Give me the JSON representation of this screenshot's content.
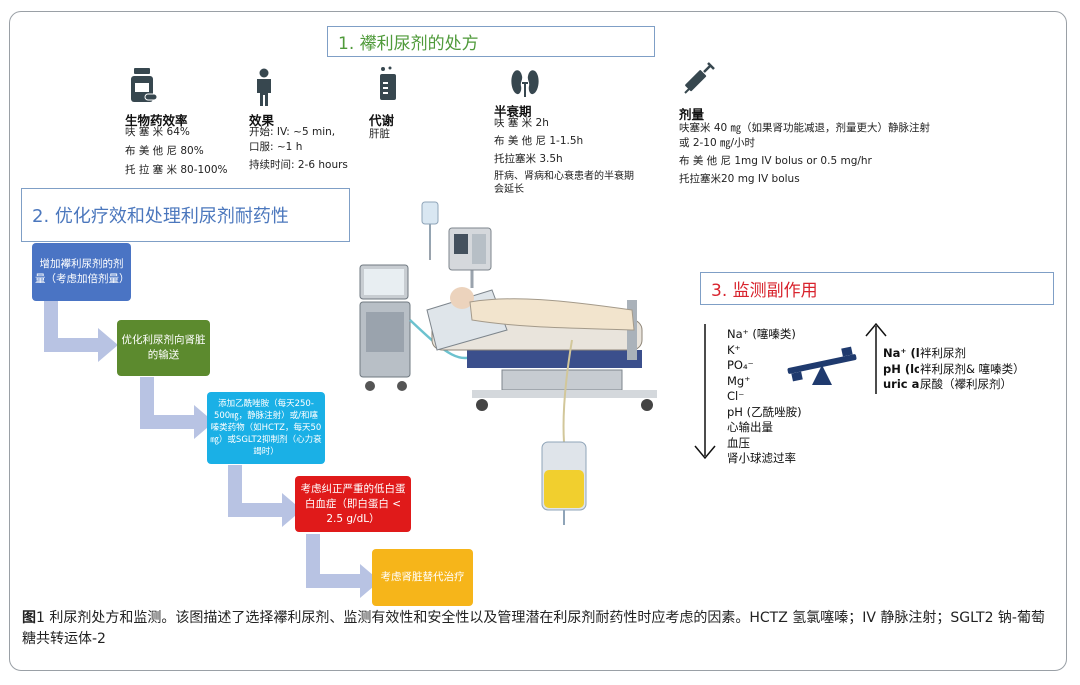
{
  "titles": {
    "section1": "1. 襻利尿剂的处方",
    "section2": "2. 优化疗效和处理利尿剂耐药性",
    "section3": "3. 监测副作用"
  },
  "columns": {
    "bioavailability": {
      "header": "生物药效率",
      "lines": [
        "呋 塞 米 64%",
        "布 美 他 尼 80%",
        "托 拉 塞 米 80-100%"
      ]
    },
    "effect": {
      "header": "效果",
      "lines": [
        "开始: IV: ~5 min,",
        "口服: ~1 h",
        "持续时间: 2-6 hours"
      ]
    },
    "metabolism": {
      "header": "代谢",
      "lines": [
        "肝脏"
      ]
    },
    "halflife": {
      "header": "半衰期",
      "lines": [
        "呋 塞 米 2h",
        "布 美 他 尼 1-1.5h",
        "托拉塞米  3.5h",
        "肝病、肾病和心衰患者的半衰期",
        "会延长"
      ]
    },
    "dose": {
      "header": "剂量",
      "lines": [
        "呋塞米 40 ㎎（如果肾功能减退，剂量更大）静脉注射",
        "或 2-10 ㎎/小时",
        "布 美 他 尼 1mg IV bolus or 0.5 mg/hr",
        "托拉塞米20 mg IV bolus"
      ]
    }
  },
  "steps": [
    {
      "text": "增加襻利尿剂的剂量（考虑加倍剂量）",
      "color": "#4a74c4"
    },
    {
      "text": "优化利尿剂向肾脏的输送",
      "color": "#5c8a2e"
    },
    {
      "text": "添加乙酰唑胺（每天250-500㎎，静脉注射）或/和噻嗪类药物（如HCTZ，每天50㎎）或SGLT2抑制剂（心力衰竭时）",
      "color": "#1ab0e6"
    },
    {
      "text": "考虑纠正严重的低白蛋白血症（即白蛋白 < 2.5 g/dL）",
      "color": "#e01a1a"
    },
    {
      "text": "考虑肾脏替代治疗",
      "color": "#f6b51a"
    }
  ],
  "monitoring": {
    "decrease": [
      "Na⁺ (噻嗪类)",
      "K⁺",
      "PO₄⁻",
      "Mg⁺",
      "Cl⁻",
      "pH (乙酰唑胺)",
      "心输出量",
      "血压",
      "肾小球滤过率"
    ],
    "increase_labels": [
      "Na⁺ (l",
      "pH (lo",
      "uric a"
    ],
    "increase_notes": [
      "袢利尿剂",
      "袢利尿剂& 噻嗪类）",
      "尿酸（襻利尿剂）"
    ]
  },
  "caption": {
    "label": "图",
    "num": "1",
    "text": " 利尿剂处方和监测。该图描述了选择襻利尿剂、监测有效性和安全性以及管理潜在利尿剂耐药性时应考虑的因素。HCTZ 氢氯噻嗪；IV 静脉注射；SGLT2 钠-葡萄糖共转运体-2"
  },
  "colors": {
    "arrow": "#b8c3e3",
    "bed": "#3b4f8c"
  },
  "icons": [
    "pill-bottle-icon",
    "person-icon",
    "beaker-icon",
    "kidney-icon",
    "syringe-icon",
    "seesaw-icon"
  ]
}
